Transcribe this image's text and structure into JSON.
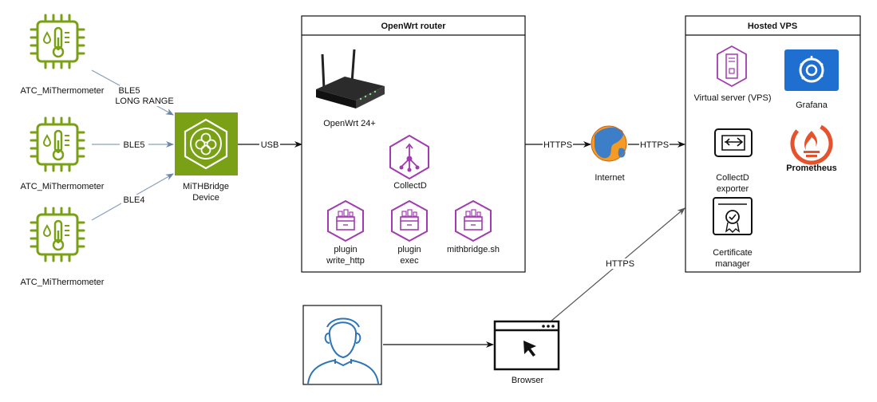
{
  "sensors": [
    {
      "label": "ATC_MiThermometer"
    },
    {
      "label": "ATC_MiThermometer"
    },
    {
      "label": "ATC_MiThermometer"
    }
  ],
  "links": {
    "ble_top_line1": "BLE5",
    "ble_top_line2": "LONG RANGE",
    "ble_mid": "BLE5",
    "ble_bottom": "BLE4",
    "usb": "USB",
    "https_router_internet": "HTTPS",
    "https_internet_vps": "HTTPS",
    "https_browser_vps": "HTTPS"
  },
  "bridge": {
    "line1": "MiTHBridge",
    "line2": "Device"
  },
  "router": {
    "title": "OpenWrt router",
    "device_label": "OpenWrt 24+",
    "collectd_label": "CollectD",
    "plugin_http_line1": "plugin",
    "plugin_http_line2": "write_http",
    "plugin_exec_line1": "plugin",
    "plugin_exec_line2": "exec",
    "script_label": "mithbridge.sh"
  },
  "internet": {
    "label": "Internet"
  },
  "vps": {
    "title": "Hosted VPS",
    "server_label": "Virtual server (VPS)",
    "grafana_label": "Grafana",
    "exporter_line1": "CollectD",
    "exporter_line2": "exporter",
    "prometheus_label": "Prometheus",
    "certmgr_line1": "Certificate",
    "certmgr_line2": "manager"
  },
  "browser": {
    "label": "Browser"
  },
  "colors": {
    "sensor_green": "#7aa116",
    "bridge_green": "#7aa116",
    "purple": "#a23bb1",
    "grafana_blue": "#1f6fd1",
    "prometheus_orange": "#e6522c",
    "user_blue": "#2e75b6",
    "line": "#333333",
    "edge_gray": "#7a8fa8"
  }
}
